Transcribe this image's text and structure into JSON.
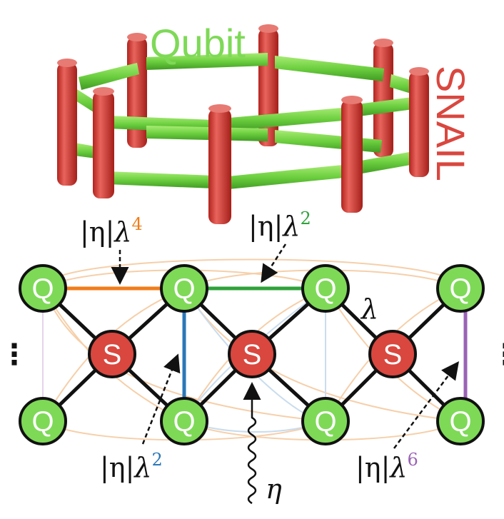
{
  "top_illustration": {
    "qubit_label": "Qubit",
    "snail_label": "SNAIL"
  },
  "nodes": {
    "qubit_symbol": "Q",
    "snail_symbol": "S"
  },
  "couplings": {
    "nearest": "λ",
    "drive": "η",
    "orange": {
      "prefix": "|η|",
      "base": "λ",
      "power": "4",
      "color": "#f07d1a"
    },
    "green": {
      "prefix": "|η|",
      "base": "λ",
      "power": "2",
      "color": "#2ea23a"
    },
    "blue": {
      "prefix": "|η|",
      "base": "λ",
      "power": "2",
      "color": "#2a78b8"
    },
    "purple": {
      "prefix": "|η|",
      "base": "λ",
      "power": "6",
      "color": "#9a63b5"
    }
  },
  "ellipsis": "⋮",
  "colors": {
    "qubit": "#7ed957",
    "snail": "#d9473f",
    "edge": "#111111"
  }
}
